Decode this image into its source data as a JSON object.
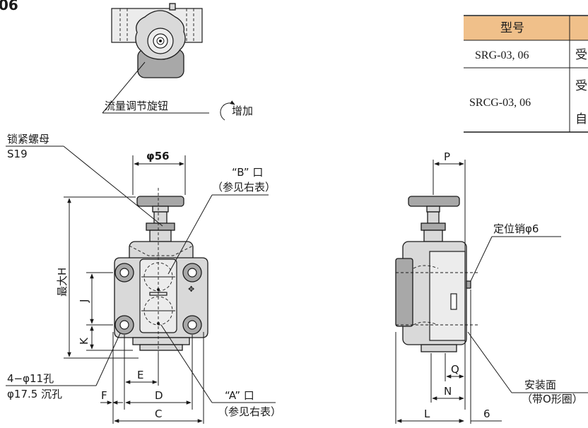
{
  "model_code": "06",
  "top_view": {
    "knob_label": "流量调节旋钮",
    "increase_label": "增加"
  },
  "front_view": {
    "locknut_label": "锁紧螺母",
    "locknut_size": "S19",
    "knob_dia": "φ56",
    "port_b": "“B” 口",
    "port_b_note": "（参见右表）",
    "port_a": "“A” 口",
    "port_a_note": "（参见右表）",
    "max_h": "最大H",
    "dim_j": "J",
    "dim_k": "K",
    "holes": "4−φ11孔",
    "counterbore": "φ17.5 沉孔",
    "dim_e": "E",
    "dim_f": "F",
    "dim_d": "D",
    "dim_c": "C"
  },
  "side_view": {
    "dim_p": "P",
    "locating_pin": "定位销φ6",
    "dim_q": "Q",
    "dim_n": "N",
    "dim_l": "L",
    "dim_6": "6",
    "mount_face": "安装面",
    "oring_note": "（带O形圈）"
  },
  "table": {
    "header_model": "型号",
    "rows": [
      {
        "model": "SRG-03, 06",
        "lines": [
          "受"
        ]
      },
      {
        "model": "SRCG-03, 06",
        "lines": [
          "受",
          "自"
        ]
      }
    ]
  }
}
